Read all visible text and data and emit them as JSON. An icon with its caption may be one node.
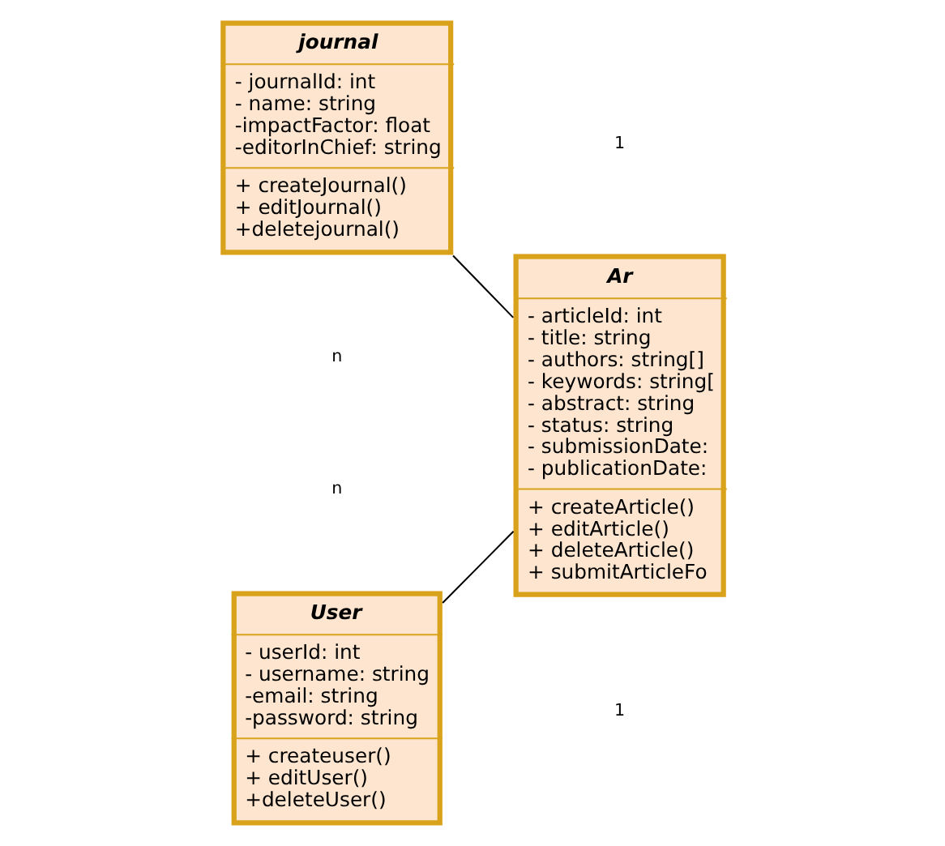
{
  "diagram": {
    "nodes": [
      {
        "text": [
          "journal",
          "- journalId: int",
          "- name: string",
          "-impactFactor: float",
          "-editorInChief: string",
          "+ createJournal()",
          "+ editJournal()",
          "+deletejournal()"
        ]
      },
      {
        "text": [
          "Ar",
          "- articleId: int",
          "- title: string",
          "- authors: string[]",
          "- keywords: string[",
          "- abstract: string",
          "- status: string",
          "- submissionDate:",
          "- publicationDate:",
          "+ createArticle()",
          "+ editArticle()",
          "+ deleteArticle()",
          "+ submitArticleFo"
        ]
      },
      {
        "text": [
          "User",
          "- userId: int",
          "- username: string",
          "-email: string",
          "-password: string",
          "+ createuser()",
          "+ editUser()",
          "+deleteUser()"
        ]
      }
    ],
    "edges": [
      {
        "from": 0,
        "to": 1,
        "arrow": "none"
      },
      {
        "from": 2,
        "to": 1,
        "arrow": "none"
      }
    ],
    "labels": [
      "1",
      "n",
      "1",
      "n"
    ]
  }
}
